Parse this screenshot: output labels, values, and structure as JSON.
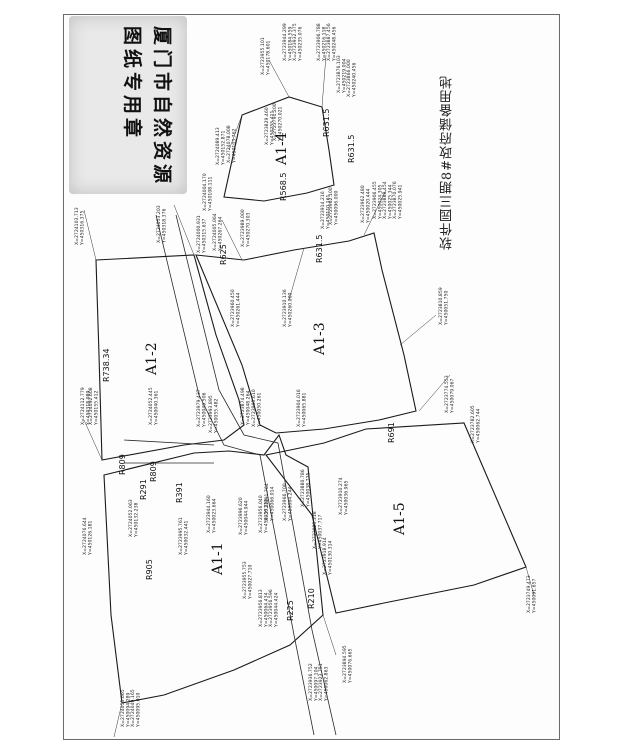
{
  "map_title": "软件园三期8#政府储备用地",
  "stamp": {
    "line1": "厦门市自然资源",
    "line2": "图纸专用章"
  },
  "plots": {
    "a1_1": "A1-1",
    "a1_2": "A1-2",
    "a1_3": "A1-3",
    "a1_4": "A1-4",
    "a1_5": "A1-5"
  },
  "radius_labels": {
    "r1": "R738.34",
    "r2": "R905",
    "r3": "R809",
    "r4": "R809",
    "r5": "R291",
    "r6": "R391",
    "r7": "R625",
    "r8": "R631.5",
    "r9": "R568.5",
    "r10": "R631.5",
    "r11": "R631.5",
    "r12": "R691",
    "r13": "R225",
    "r14": "R210"
  },
  "coordinates": {
    "c1": "X=2724103.713\nY=450316.375",
    "c2": "X=2724053.203\nY=450318.376",
    "c3": "X=2724000.931\nY=450315.637",
    "c4": "X=2724005.064\nY=450267.264",
    "c5": "X=2723989.000\nY=450270.303",
    "c6": "X=2723960.450\nY=450261.444",
    "c7": "X=2723910.136\nY=450260.000",
    "c8": "X=2724089.413\nY=450152.871",
    "c9": "X=2724078.008\nY=450103.762",
    "c10": "X=2724004.170\nY=450108.111",
    "c11": "X=2723962.100\nY=450096.000",
    "c12": "X=2723914.216\nY=450110.161",
    "c13": "X=2724112.779\nY=450318.989",
    "c14": "X=2724092.608\nY=450155.412",
    "c15": "X=2724052.445\nY=450040.361",
    "c16": "X=2723979.437\nY=450049.506",
    "c17": "X=2723993.895\nY=450055.482",
    "c18": "X=2723874.498\nY=450048.264",
    "c19": "X=2723905.610\nY=450050.261",
    "c20": "X=2723904.016\nY=450065.881",
    "c21": "X=2723991.764\nY=450066.014",
    "c22": "X=2723966.700\nY=450064.244",
    "c23": "X=2723910.274\nY=450036.965",
    "c24": "X=2724076.644\nY=450126.181",
    "c25": "X=2724052.063\nY=450132.238",
    "c26": "X=2723995.761\nY=450032.441",
    "c27": "X=2723944.160\nY=450023.664",
    "c28": "X=2723996.620\nY=450044.944",
    "c29": "X=2723923.318\nY=450037.717",
    "c30": "X=2723918.914\nY=450130.314",
    "c31": "X=2723956.040\nY=450056.355",
    "c32": "X=2723880.786\nY=450038.725",
    "c33": "X=2723782.605\nY=450062.744",
    "c34": "X=2723774.553\nY=450079.067",
    "c35": "X=2723810.859\nY=450051.750",
    "c36": "X=2723962.480\nY=450020.444",
    "c37": "X=2723906.455\nY=450024.305",
    "c38": "X=2723888.454\nY=450025.344",
    "c39": "X=2723870.076\nY=450025.941",
    "c40": "X=2723829.460\nY=450255.411",
    "c41": "X=2723791.200\nY=450270.021",
    "c42": "X=2723955.101\nY=450178.601",
    "c43": "X=2723944.299\nY=450184.559",
    "c44": "X=2723932.375\nY=450235.076",
    "c45": "X=2723906.788\nY=450216.118",
    "c46": "X=2723887.456\nY=450248.456",
    "c47": "X=2723876.103\nY=450219.004",
    "c48": "X=2723866.000\nY=450240.456",
    "c49": "X=2723955.753\nY=450027.710",
    "c50": "X=2723956.813\nY=450064.434",
    "c51": "X=2723956.596\nY=450044.424",
    "c52": "X=2723894.595\nY=450076.665",
    "c53": "X=2723749.473\nY=450091.657",
    "c54": "X=2724055.665\nY=450094.289",
    "c55": "X=2724049.165\nY=450095.010",
    "c56": "X=2723936.752\nY=450097.104",
    "c57": "X=2723923.751\nY=450062.863"
  }
}
